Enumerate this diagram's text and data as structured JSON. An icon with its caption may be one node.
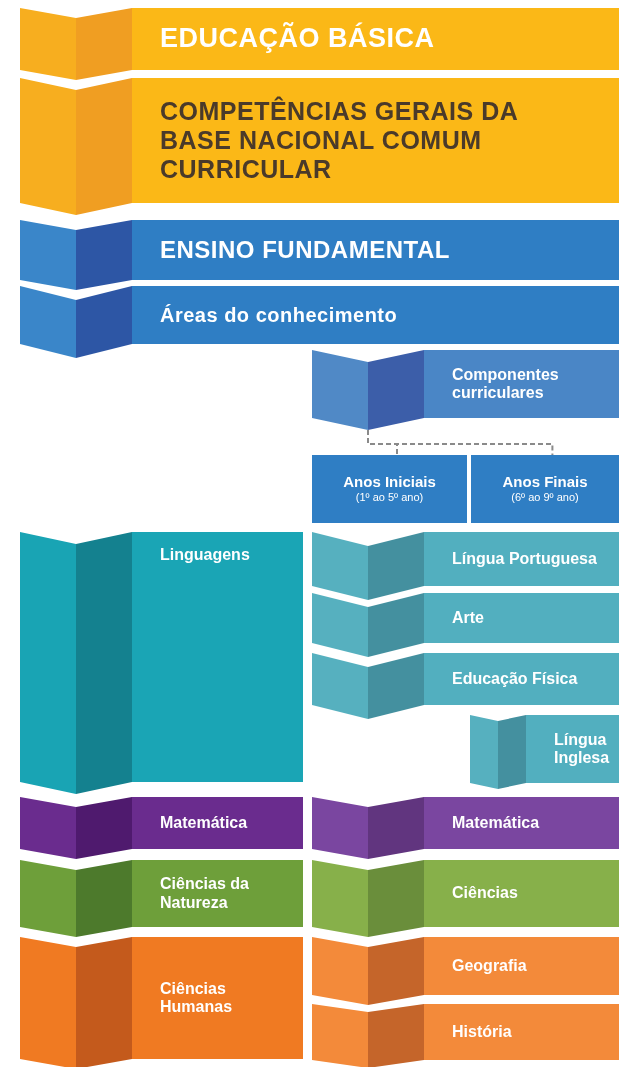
{
  "diagram": {
    "nodes": [
      {
        "text": [
          "EDUCAÇÃO BÁSICA"
        ]
      },
      {
        "text": [
          "COMPETÊNCIAS GERAIS DA BASE NACIONAL COMUM CURRICULAR"
        ]
      },
      {
        "text": [
          "ENSINO FUNDAMENTAL"
        ]
      },
      {
        "text": [
          "Áreas do conhecimento"
        ]
      },
      {
        "text": [
          "Componentes curriculares"
        ]
      },
      {
        "text": [
          "Anos Iniciais",
          "(1º ao 5º ano)"
        ]
      },
      {
        "text": [
          "Anos Finais",
          "(6º ao 9º ano)"
        ]
      },
      {
        "text": [
          "Linguagens"
        ]
      },
      {
        "text": [
          "Língua Portuguesa"
        ]
      },
      {
        "text": [
          "Arte"
        ]
      },
      {
        "text": [
          "Educação Física"
        ]
      },
      {
        "text": [
          "Língua Inglesa"
        ]
      },
      {
        "text": [
          "Matemática"
        ]
      },
      {
        "text": [
          "Matemática"
        ]
      },
      {
        "text": [
          "Ciências da Natureza"
        ]
      },
      {
        "text": [
          "Ciências"
        ]
      },
      {
        "text": [
          "Ciências Humanas"
        ]
      },
      {
        "text": [
          "Geografia"
        ]
      },
      {
        "text": [
          "História"
        ]
      }
    ],
    "edges": [
      {
        "from": 4,
        "to": 5,
        "arrow": "none",
        "style": "dashed"
      },
      {
        "from": 4,
        "to": 6,
        "arrow": "none",
        "style": "dashed"
      }
    ]
  }
}
